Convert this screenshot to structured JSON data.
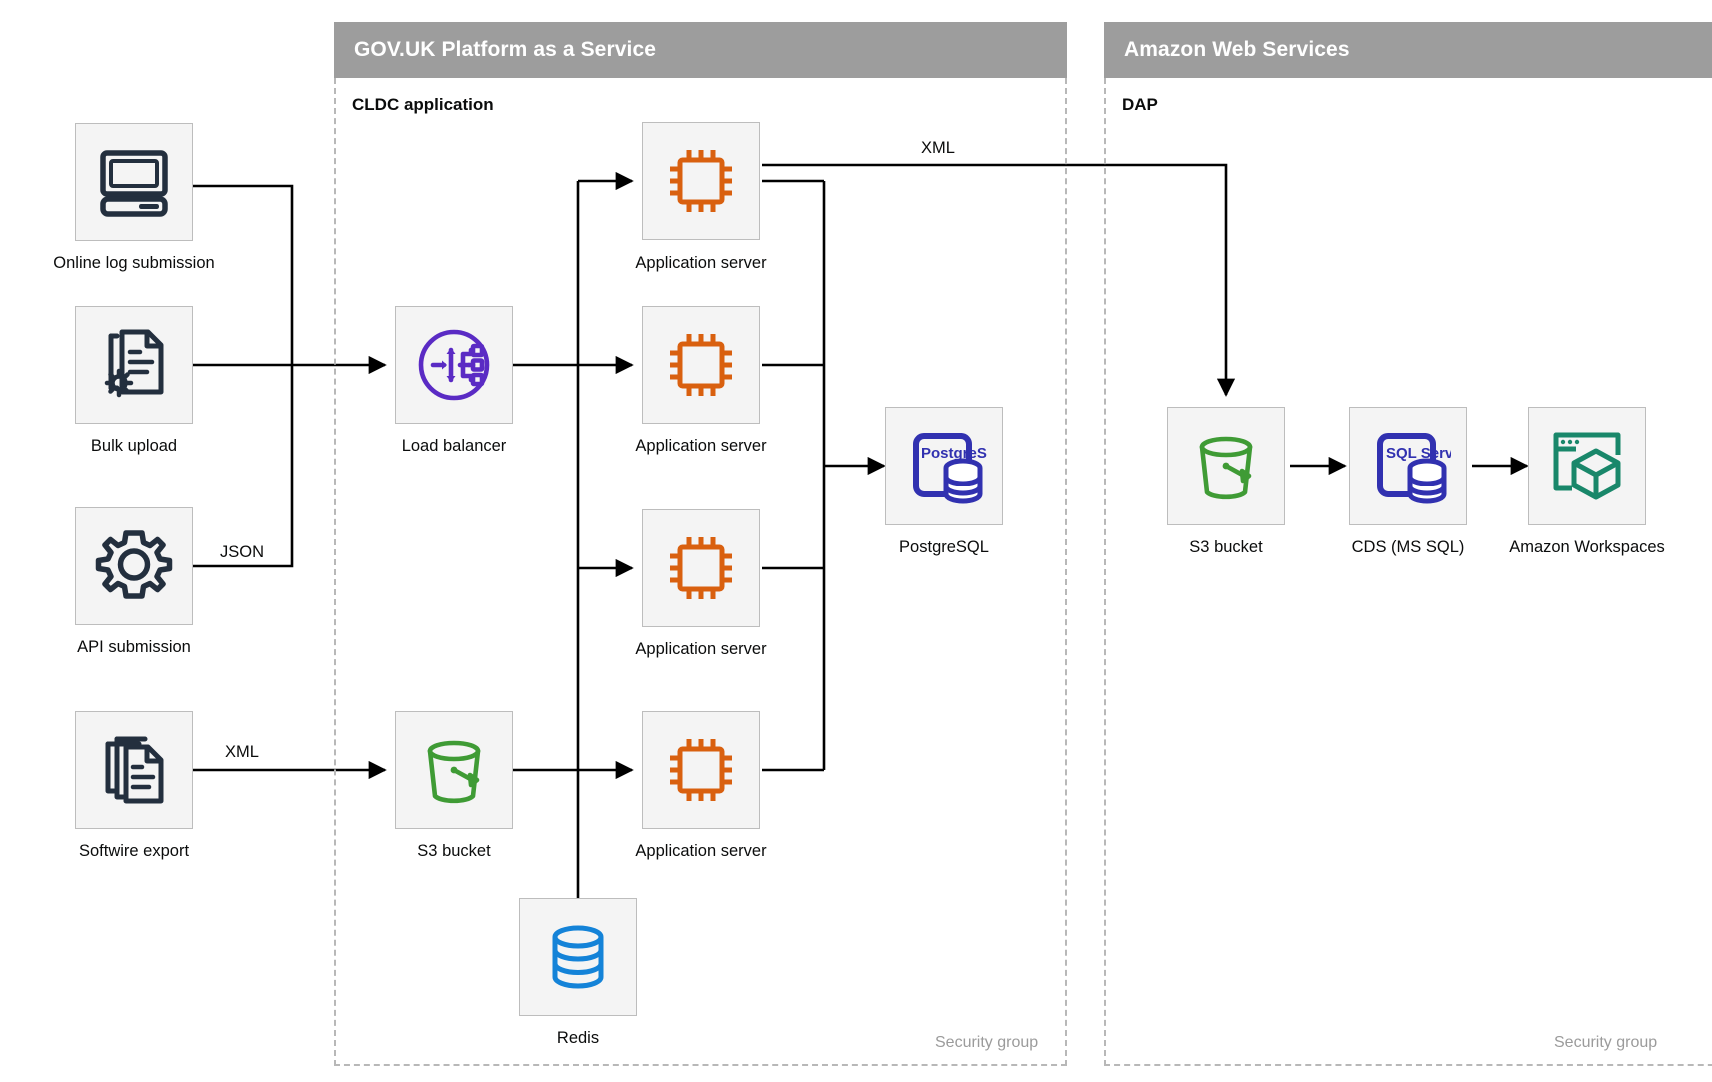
{
  "groups": [
    {
      "id": "paas",
      "title": "GOV.UK Platform as a Service",
      "sublabel": "CLDC application",
      "security_label": "Security group"
    },
    {
      "id": "aws",
      "title": "Amazon Web Services",
      "sublabel": "DAP",
      "security_label": "Security group"
    }
  ],
  "nodes": [
    {
      "id": "online-log-submission",
      "label": "Online log submission",
      "icon": "desktop-computer-icon",
      "color": "#232f3e"
    },
    {
      "id": "bulk-upload",
      "label": "Bulk upload",
      "icon": "document-gear-icon",
      "color": "#232f3e"
    },
    {
      "id": "api-submission",
      "label": "API submission",
      "icon": "gear-icon",
      "color": "#232f3e"
    },
    {
      "id": "softwire-export",
      "label": "Softwire export",
      "icon": "documents-stack-icon",
      "color": "#232f3e"
    },
    {
      "id": "load-balancer",
      "label": "Load balancer",
      "icon": "load-balancer-icon",
      "color": "#5a2bc4"
    },
    {
      "id": "app-server-1",
      "label": "Application server",
      "icon": "cpu-chip-icon",
      "color": "#d9600f"
    },
    {
      "id": "app-server-2",
      "label": "Application server",
      "icon": "cpu-chip-icon",
      "color": "#d9600f"
    },
    {
      "id": "app-server-3",
      "label": "Application server",
      "icon": "cpu-chip-icon",
      "color": "#d9600f"
    },
    {
      "id": "app-server-4",
      "label": "Application server",
      "icon": "cpu-chip-icon",
      "color": "#d9600f"
    },
    {
      "id": "postgresql",
      "label": "PostgreSQL",
      "icon": "postgresql-icon",
      "color": "#3131b0"
    },
    {
      "id": "s3-bucket-paas",
      "label": "S3 bucket",
      "icon": "s3-bucket-icon",
      "color": "#3f9b35"
    },
    {
      "id": "redis",
      "label": "Redis",
      "icon": "redis-database-icon",
      "color": "#1483d8"
    },
    {
      "id": "s3-bucket-aws",
      "label": "S3 bucket",
      "icon": "s3-bucket-icon",
      "color": "#3f9b35"
    },
    {
      "id": "cds-ms-sql",
      "label": "CDS (MS SQL)",
      "icon": "sql-server-icon",
      "color": "#3131b0"
    },
    {
      "id": "amazon-workspaces",
      "label": "Amazon Workspaces",
      "icon": "workspaces-cube-icon",
      "color": "#19876a"
    }
  ],
  "icon_text": {
    "postgresql": "PostgreSQL",
    "sql_server": "SQL Server"
  },
  "edges": [
    {
      "id": "online-log-to-lb",
      "label": ""
    },
    {
      "id": "bulk-upload-to-lb",
      "label": ""
    },
    {
      "id": "api-to-lb",
      "label": "JSON"
    },
    {
      "id": "softwire-to-s3",
      "label": "XML"
    },
    {
      "id": "s3-to-app4",
      "label": ""
    },
    {
      "id": "lb-to-apps",
      "label": ""
    },
    {
      "id": "apps-to-postgres",
      "label": ""
    },
    {
      "id": "app1-to-s3-aws",
      "label": "XML"
    },
    {
      "id": "redis-to-apps",
      "label": ""
    },
    {
      "id": "s3aws-to-cds",
      "label": ""
    },
    {
      "id": "cds-to-workspaces",
      "label": ""
    }
  ],
  "colors": {
    "header_bar": "#9d9d9d",
    "node_fill": "#f4f4f4",
    "node_border": "#bdbdbd",
    "dashed_border": "#b8b8b8",
    "line": "#000000",
    "text": "#0b0c0c",
    "muted_text": "#9b9b9b"
  }
}
